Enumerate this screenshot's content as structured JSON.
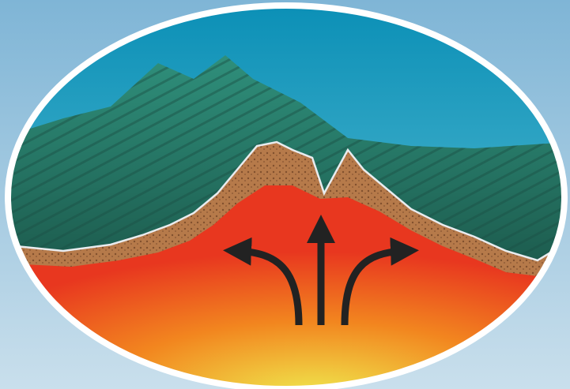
{
  "illustration": {
    "subject": "mid-ocean-ridge-cross-section",
    "colors": {
      "ocean_top": "#0a8fb6",
      "ocean_bottom": "#69c6d9",
      "seafloor_ridge": "#2f8f7b",
      "seafloor_dark": "#1d5d4f",
      "crust_cut": "#b67a4a",
      "magma_hot": "#f0e14a",
      "magma_mid": "#f2861f",
      "magma_edge": "#e8371f",
      "arrows": "#222222",
      "frame": "#ffffff",
      "outer_sky_top": "#7fb5d6",
      "outer_sky_bottom": "#c9dfec"
    },
    "arrows": [
      {
        "name": "left-arrow",
        "direction": "up-left"
      },
      {
        "name": "up-arrow",
        "direction": "up"
      },
      {
        "name": "right-arrow",
        "direction": "up-right"
      }
    ]
  }
}
